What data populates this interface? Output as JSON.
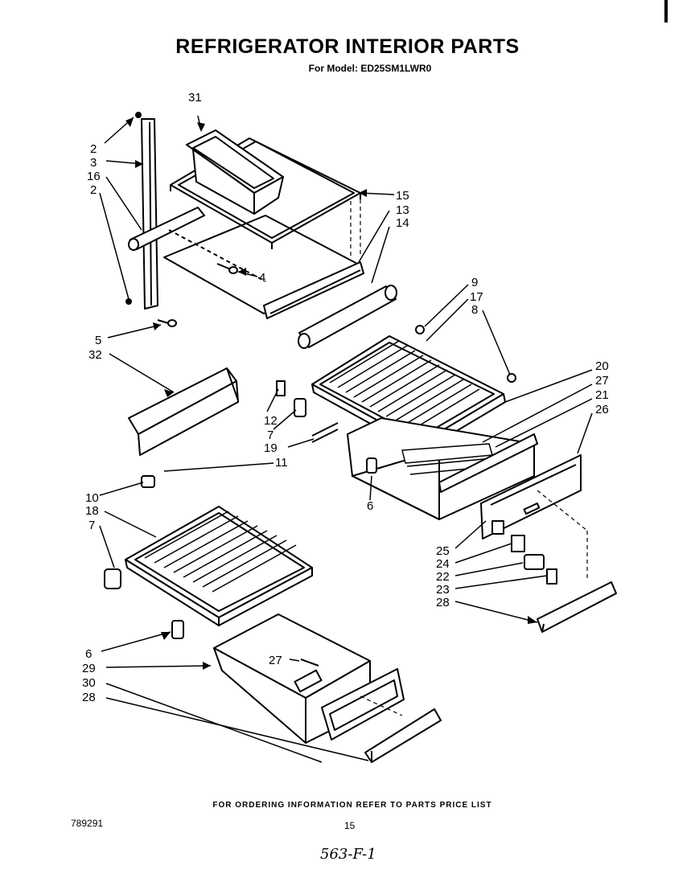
{
  "title": "REFRIGERATOR INTERIOR PARTS",
  "subtitle": "For Model: ED25SM1LWR0",
  "footer_note": "FOR ORDERING INFORMATION REFER TO PARTS PRICE LIST",
  "document_number": "789291",
  "page_number": "15",
  "handwritten_note": "563-F-1",
  "callouts": [
    "31",
    "2",
    "3",
    "16",
    "2",
    "15",
    "13",
    "14",
    "4",
    "9",
    "17",
    "8",
    "5",
    "32",
    "20",
    "27",
    "21",
    "26",
    "12",
    "7",
    "19",
    "11",
    "6",
    "10",
    "18",
    "7",
    "25",
    "24",
    "22",
    "23",
    "28",
    "6",
    "27",
    "29",
    "30",
    "28"
  ]
}
